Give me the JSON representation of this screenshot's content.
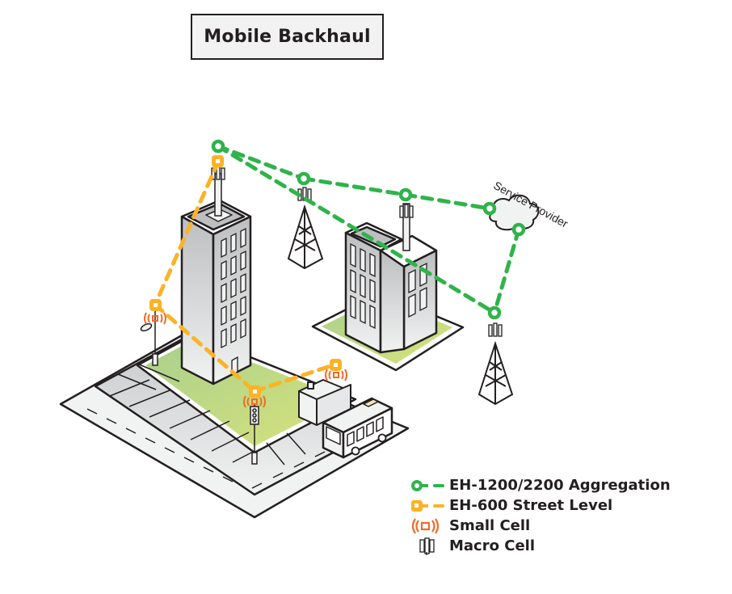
{
  "title": "Mobile Backhaul",
  "cloud_label": "Service Provider",
  "colors": {
    "aggregation": "#2fb34a",
    "street_level": "#fbb326",
    "small_cell": "#f26a2a",
    "outline": "#231f20",
    "grass": "#b5d57e",
    "building": "#e6e7e8"
  },
  "legend": [
    {
      "icon": "green-link-icon",
      "label": "EH-1200/2200 Aggregation"
    },
    {
      "icon": "orange-link-icon",
      "label": "EH-600 Street Level"
    },
    {
      "icon": "small-cell-icon",
      "label": "Small Cell"
    },
    {
      "icon": "macro-cell-icon",
      "label": "Macro Cell"
    }
  ]
}
